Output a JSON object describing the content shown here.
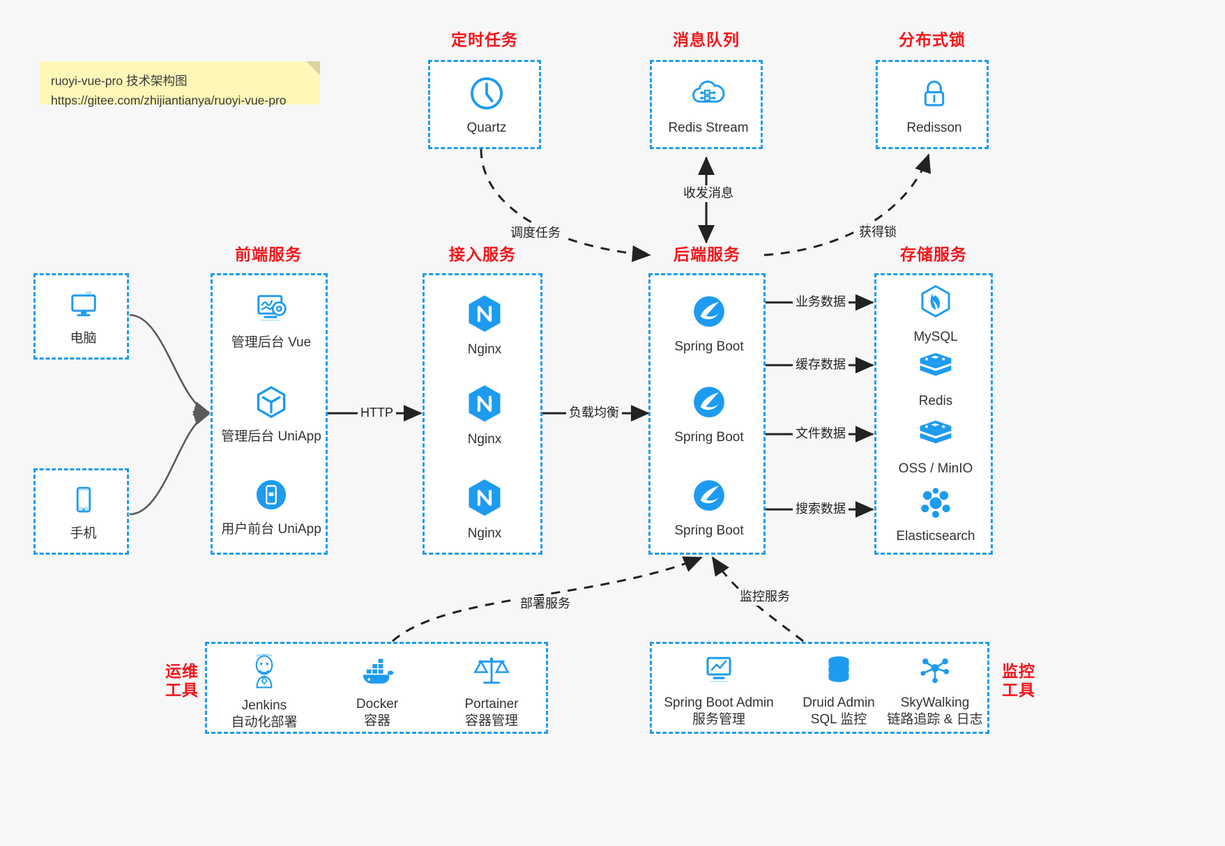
{
  "note": {
    "line1": "ruoyi-vue-pro 技术架构图",
    "line2": "https://gitee.com/zhijiantianya/ruoyi-vue-pro"
  },
  "colors": {
    "accent_blue": "#1d9bf0",
    "caption_red": "#f5151b",
    "canvas": "#f7f7f7",
    "box_fill": "#ffffff",
    "arrow_dark": "#222222",
    "arrow_gray": "#5a5a5a",
    "note_yellow": "#fdf7b8"
  },
  "sections": {
    "scheduled_task": {
      "caption": "定时任务"
    },
    "message_queue": {
      "caption": "消息队列"
    },
    "distributed_lock": {
      "caption": "分布式锁"
    },
    "frontend": {
      "caption": "前端服务"
    },
    "gateway": {
      "caption": "接入服务"
    },
    "backend": {
      "caption": "后端服务"
    },
    "storage": {
      "caption": "存储服务"
    },
    "devops": {
      "caption_line1": "运维",
      "caption_line2": "工具"
    },
    "monitor": {
      "caption_line1": "监控",
      "caption_line2": "工具"
    }
  },
  "clients": [
    {
      "label": "电脑",
      "icon": "desktop-computer-icon"
    },
    {
      "label": "手机",
      "icon": "mobile-phone-icon"
    }
  ],
  "scheduled_task_nodes": [
    {
      "label": "Quartz",
      "icon": "clock-icon"
    }
  ],
  "message_queue_nodes": [
    {
      "label": "Redis Stream",
      "icon": "cloud-stream-icon"
    }
  ],
  "distributed_lock_nodes": [
    {
      "label": "Redisson",
      "icon": "lock-icon"
    }
  ],
  "frontend_nodes": [
    {
      "label": "管理后台 Vue",
      "icon": "dashboard-settings-icon"
    },
    {
      "label": "管理后台 UniApp",
      "icon": "cube-icon"
    },
    {
      "label": "用户前台 UniApp",
      "icon": "mobile-app-icon"
    }
  ],
  "gateway_nodes": [
    {
      "label": "Nginx",
      "icon": "nginx-icon"
    },
    {
      "label": "Nginx",
      "icon": "nginx-icon"
    },
    {
      "label": "Nginx",
      "icon": "nginx-icon"
    }
  ],
  "backend_nodes": [
    {
      "label": "Spring Boot",
      "icon": "spring-boot-icon"
    },
    {
      "label": "Spring Boot",
      "icon": "spring-boot-icon"
    },
    {
      "label": "Spring Boot",
      "icon": "spring-boot-icon"
    }
  ],
  "storage_nodes": [
    {
      "label": "MySQL",
      "icon": "mysql-icon"
    },
    {
      "label": "Redis",
      "icon": "redis-icon"
    },
    {
      "label": "OSS / MinIO",
      "icon": "oss-minio-icon"
    },
    {
      "label": "Elasticsearch",
      "icon": "elasticsearch-icon"
    }
  ],
  "devops_nodes": [
    {
      "label": "Jenkins",
      "sub": "自动化部署",
      "icon": "jenkins-icon"
    },
    {
      "label": "Docker",
      "sub": "容器",
      "icon": "docker-icon"
    },
    {
      "label": "Portainer",
      "sub": "容器管理",
      "icon": "scales-icon"
    }
  ],
  "monitor_nodes": [
    {
      "label": "Spring Boot Admin",
      "sub": "服务管理",
      "icon": "monitor-chart-icon"
    },
    {
      "label": "Druid Admin",
      "sub": "SQL 监控",
      "icon": "database-icon"
    },
    {
      "label": "SkyWalking",
      "sub": "链路追踪 & 日志",
      "icon": "skywalking-icon"
    }
  ],
  "edges": [
    {
      "id": "http",
      "label": "HTTP"
    },
    {
      "id": "load-balance",
      "label": "负载均衡"
    },
    {
      "id": "schedule-task",
      "label": "调度任务"
    },
    {
      "id": "send-receive",
      "label": "收发消息"
    },
    {
      "id": "acquire-lock",
      "label": "获得锁"
    },
    {
      "id": "business-data",
      "label": "业务数据"
    },
    {
      "id": "cache-data",
      "label": "缓存数据"
    },
    {
      "id": "file-data",
      "label": "文件数据"
    },
    {
      "id": "search-data",
      "label": "搜索数据"
    },
    {
      "id": "deploy-service",
      "label": "部署服务"
    },
    {
      "id": "monitor-service",
      "label": "监控服务"
    }
  ]
}
